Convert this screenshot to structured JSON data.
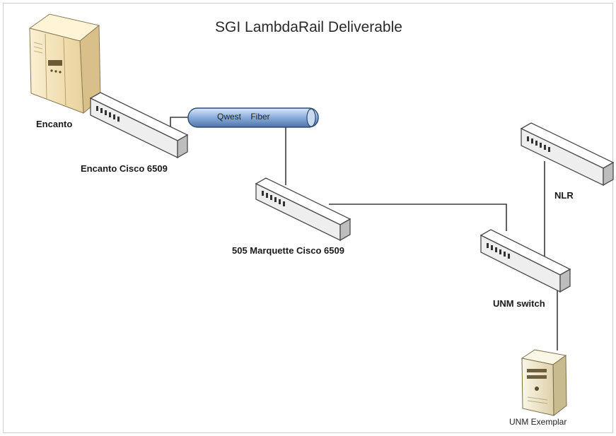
{
  "diagram": {
    "title": "SGI LambdaRail Deliverable",
    "nodes": {
      "encanto": "Encanto",
      "encanto_switch": "Encanto Cisco 6509",
      "fiber": "Qwest Fiber",
      "marquette_switch": "505 Marquette Cisco 6509",
      "nlr": "NLR",
      "unm_switch": "UNM switch",
      "unm_exemplar": "UNM Exemplar"
    },
    "colors": {
      "switch_body": "#eeeeee",
      "switch_edge": "#4a4a4a",
      "fiber_fill": "#8fb3df",
      "supercomputer": "#f1dfb4",
      "server": "#efe6cc",
      "link": "#3a3a3a"
    }
  }
}
